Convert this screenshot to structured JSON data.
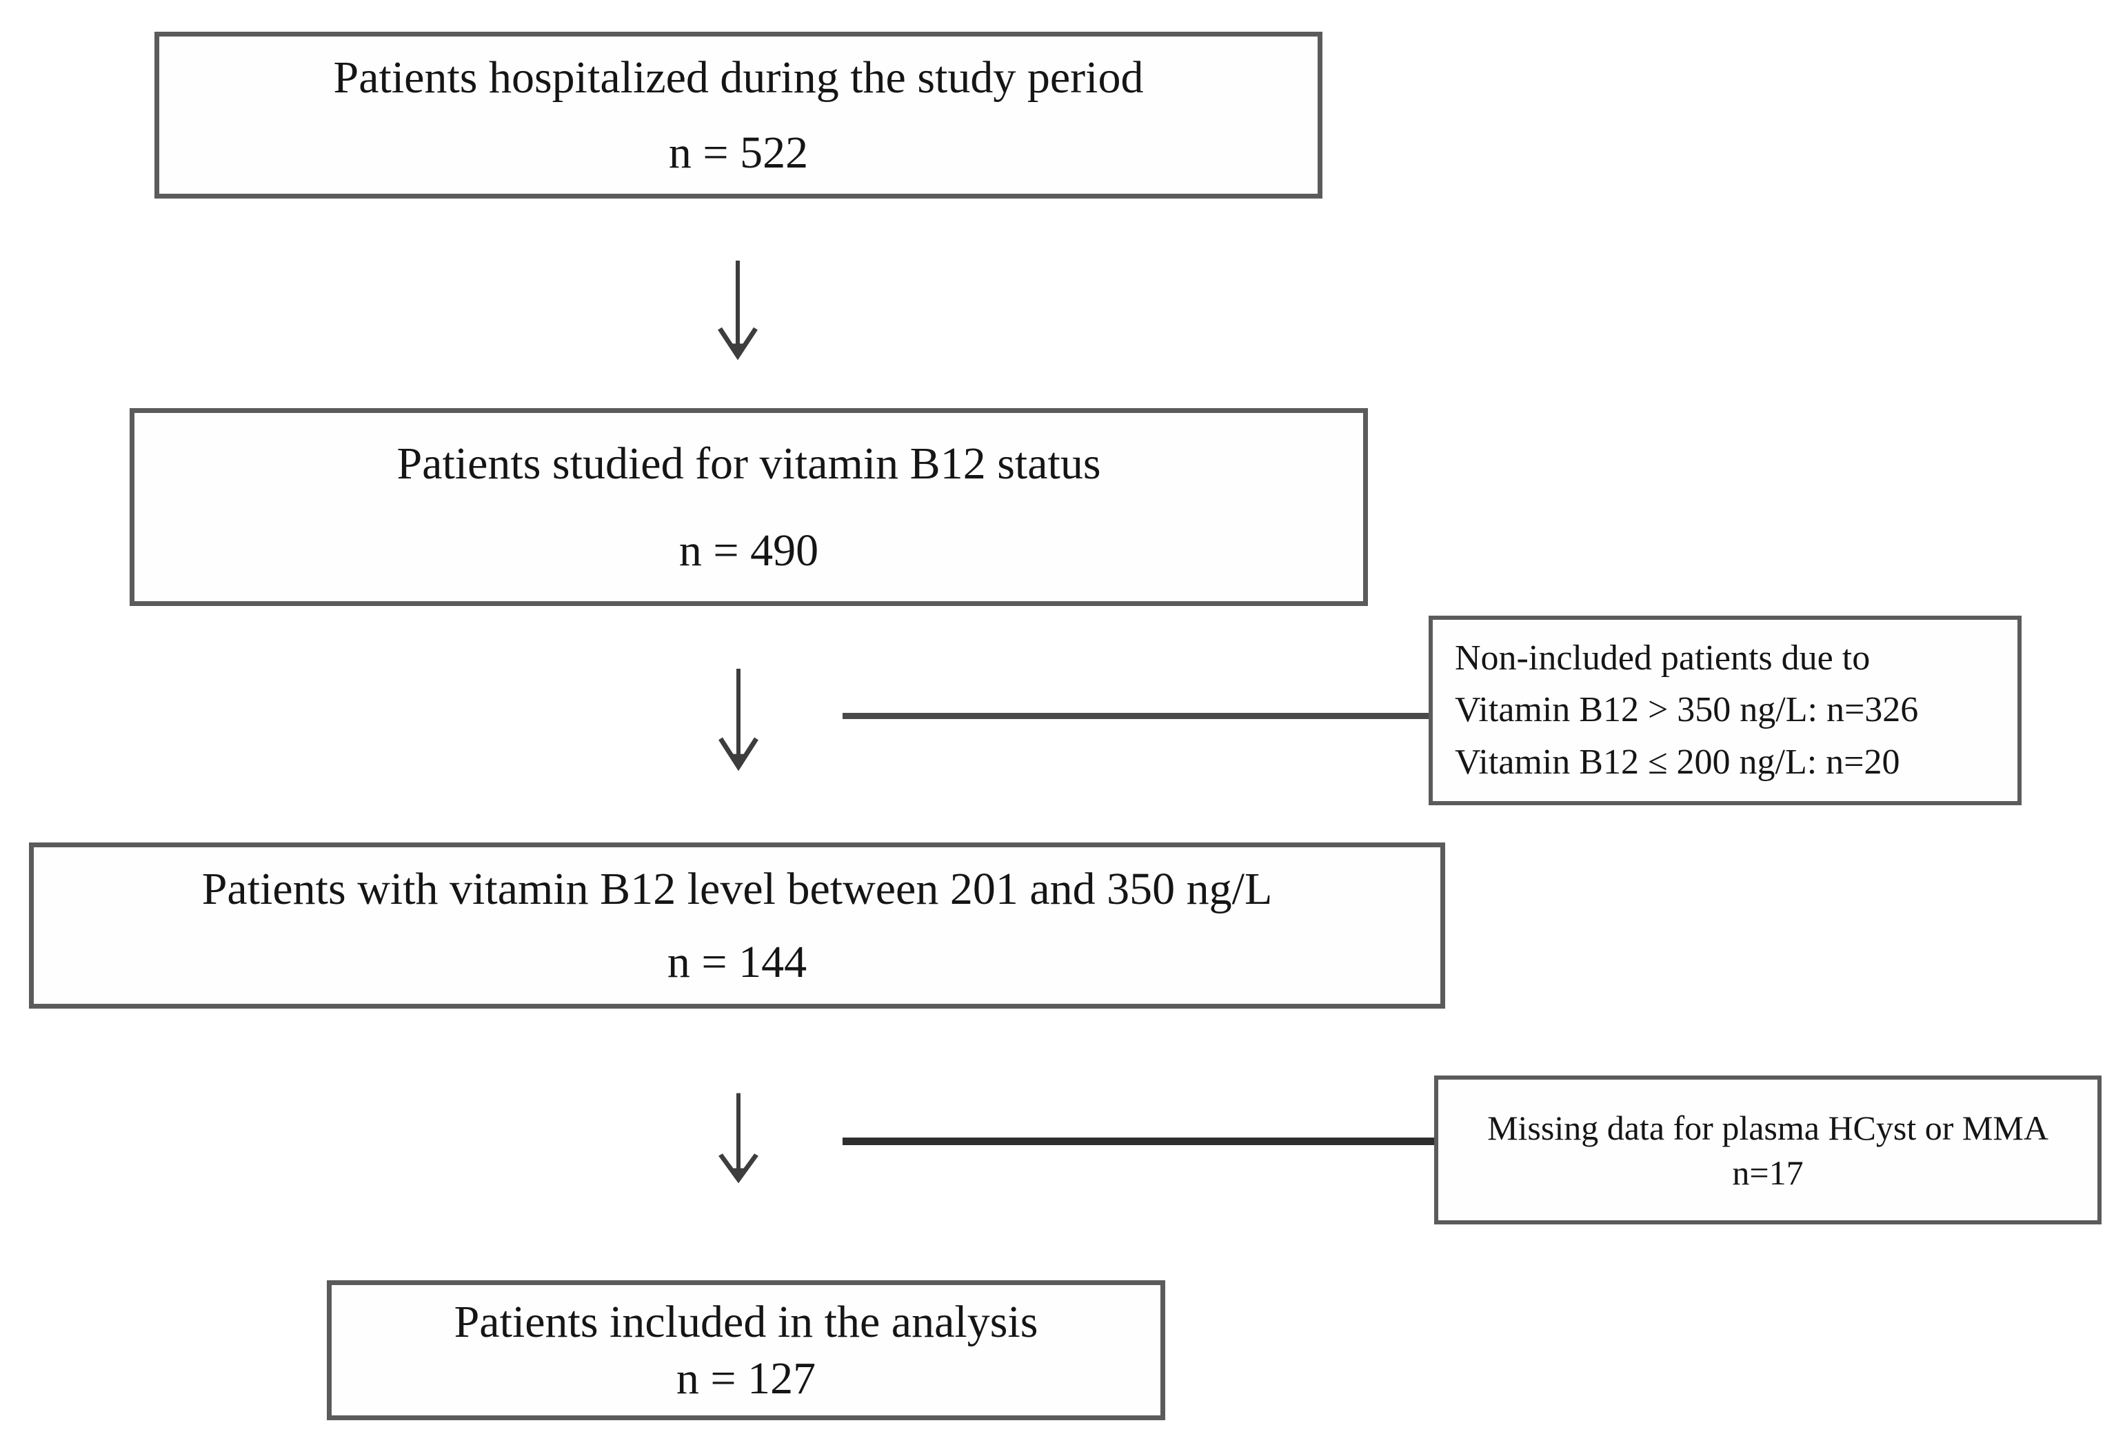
{
  "colors": {
    "background": "#ffffff",
    "box_fill": "#fefefe",
    "border": "#5b5b5b",
    "text": "#151515",
    "line": "#3d3d3d"
  },
  "flow": {
    "boxes": [
      {
        "lines": [
          "Patients hospitalized during the study period",
          "n = 522"
        ]
      },
      {
        "lines": [
          "Patients studied for vitamin B12 status",
          "n = 490"
        ]
      },
      {
        "lines": [
          "Patients with vitamin B12 level between 201 and 350 ng/L",
          "n = 144"
        ]
      },
      {
        "lines": [
          "Patients included in the analysis",
          "n = 127"
        ]
      }
    ],
    "side_boxes": [
      {
        "lines": [
          "Non-included patients due to",
          "Vitamin B12 > 350 ng/L: n=326",
          "Vitamin B12 ≤ 200 ng/L: n=20"
        ]
      },
      {
        "lines": [
          "Missing data for plasma HCyst or MMA",
          "n=17"
        ]
      }
    ]
  }
}
